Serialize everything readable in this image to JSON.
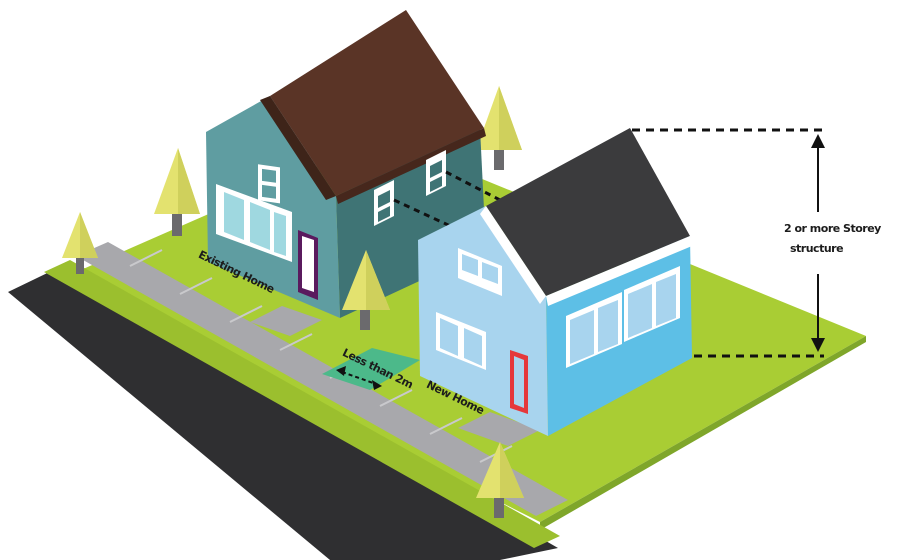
{
  "labels": {
    "existing_home": "Existing Home",
    "new_home": "New Home",
    "gap": "Less than 2m",
    "height_line1": "2 or more Storey",
    "height_line2": "structure"
  },
  "colors": {
    "grass": "#a9cd34",
    "grass_edge": "#7fa62a",
    "road": "#2f2f31",
    "sidewalk": "#a8a8ac",
    "gap_zone": "#4cb98a",
    "existing_wall_front": "#5f9da1",
    "existing_wall_side": "#3f7475",
    "existing_roof": "#5a3426",
    "new_wall_front": "#a8d4ee",
    "new_wall_side": "#5dbfe6",
    "new_roof": "#3b3b3d",
    "door_existing": "#5a1a5e",
    "door_new": "#e5383b",
    "tree_foliage": "#e3e26f",
    "tree_trunk": "#6b6a6d"
  }
}
